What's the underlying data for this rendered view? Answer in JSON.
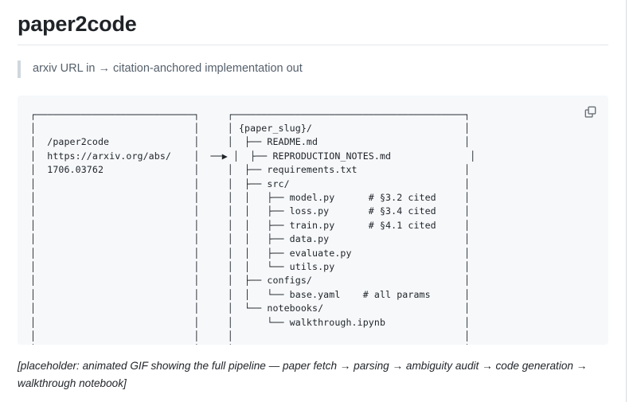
{
  "header": {
    "title": "paper2code"
  },
  "tagline": {
    "text": "arxiv URL in → citation-anchored implementation out"
  },
  "codeblock": {
    "copy_icon": "copy-icon",
    "copy_label": "Copy",
    "background": "#f6f8fa",
    "input_box": {
      "lines": [
        "/paper2code",
        "https://arxiv.org/abs/",
        "1706.03762"
      ]
    },
    "arrow": "──▶",
    "output_tree": {
      "root": "{paper_slug}/",
      "entries": [
        {
          "label": "README.md",
          "comment": ""
        },
        {
          "label": "REPRODUCTION_NOTES.md",
          "comment": ""
        },
        {
          "label": "requirements.txt",
          "comment": ""
        },
        {
          "label": "src/",
          "comment": ""
        },
        {
          "label": "model.py",
          "comment": "# §3.2 cited"
        },
        {
          "label": "loss.py",
          "comment": "# §3.4 cited"
        },
        {
          "label": "train.py",
          "comment": "# §4.1 cited"
        },
        {
          "label": "data.py",
          "comment": ""
        },
        {
          "label": "evaluate.py",
          "comment": ""
        },
        {
          "label": "utils.py",
          "comment": ""
        },
        {
          "label": "configs/",
          "comment": ""
        },
        {
          "label": "base.yaml",
          "comment": "# all params"
        },
        {
          "label": "notebooks/",
          "comment": ""
        },
        {
          "label": "walkthrough.ipynb",
          "comment": ""
        }
      ]
    },
    "ascii": "┌────────────────────────────┐     ┌─────────────────────────────────────────┐\n│                            │     │ {paper_slug}/                           │\n│  /paper2code               │     │  ├── README.md                          │\n│  https://arxiv.org/abs/    │  ──▶ │  ├── REPRODUCTION_NOTES.md              │\n│  1706.03762                │     │  ├── requirements.txt                   │\n│                            │     │  ├── src/                               │\n│                            │     │  │   ├── model.py      # §3.2 cited     │\n│                            │     │  │   ├── loss.py       # §3.4 cited     │\n│                            │     │  │   ├── train.py      # §4.1 cited     │\n│                            │     │  │   ├── data.py                        │\n│                            │     │  │   ├── evaluate.py                    │\n│                            │     │  │   └── utils.py                       │\n│                            │     │  ├── configs/                           │\n│                            │     │  │   └── base.yaml    # all params      │\n│                            │     │  └── notebooks/                         │\n│                            │     │      └── walkthrough.ipynb              │\n│                            │     │                                         │\n└────────────────────────────┘     └─────────────────────────────────────────┘"
  },
  "caption": {
    "text": "[placeholder: animated GIF showing the full pipeline — paper fetch → parsing → ambiguity audit → code generation → walkthrough notebook]"
  }
}
